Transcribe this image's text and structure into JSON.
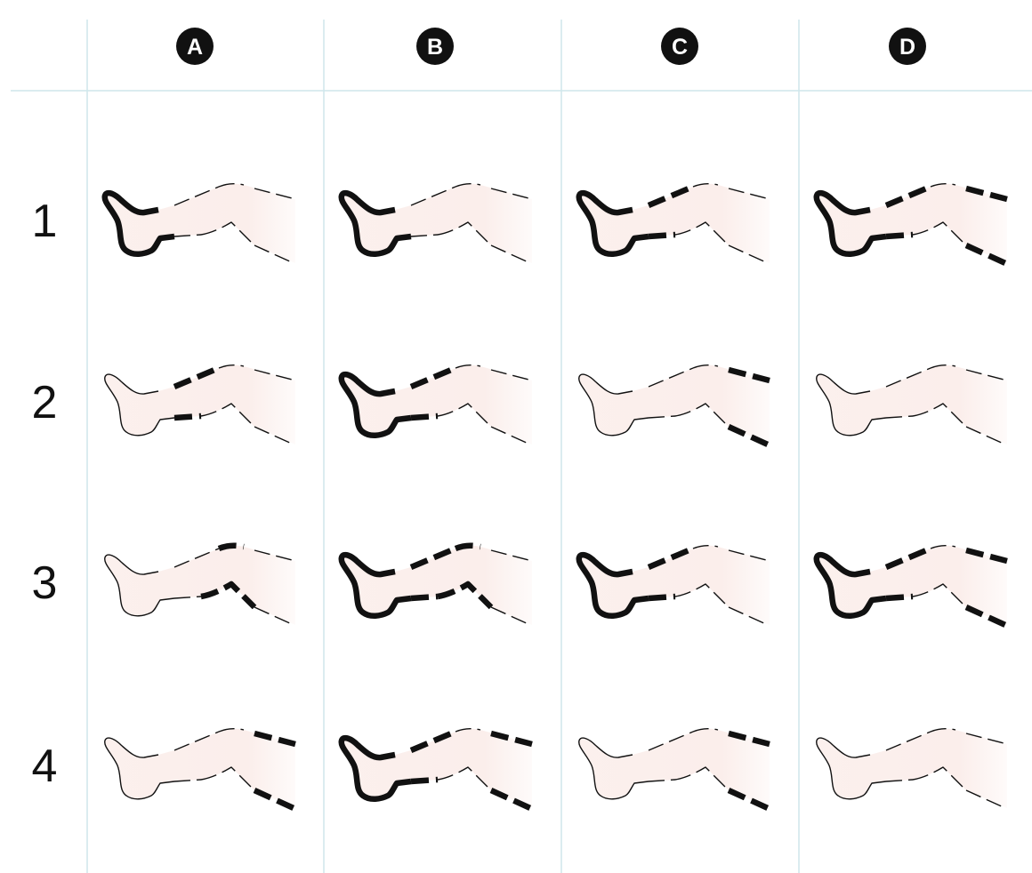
{
  "columns": [
    {
      "label": "A"
    },
    {
      "label": "B"
    },
    {
      "label": "C"
    },
    {
      "label": "D"
    }
  ],
  "rows": [
    {
      "label": "1",
      "cells": [
        {
          "col": "A",
          "active": [
            "foot"
          ]
        },
        {
          "col": "B",
          "active": [
            "foot"
          ]
        },
        {
          "col": "C",
          "active": [
            "foot",
            "calf"
          ]
        },
        {
          "col": "D",
          "active": [
            "foot",
            "calf",
            "thigh"
          ]
        }
      ]
    },
    {
      "label": "2",
      "cells": [
        {
          "col": "A",
          "active": [
            "calf"
          ]
        },
        {
          "col": "B",
          "active": [
            "foot",
            "calf"
          ]
        },
        {
          "col": "C",
          "active": [
            "thigh"
          ]
        },
        {
          "col": "D",
          "active": []
        }
      ]
    },
    {
      "label": "3",
      "cells": [
        {
          "col": "A",
          "active": [
            "knee"
          ]
        },
        {
          "col": "B",
          "active": [
            "foot",
            "calf",
            "knee"
          ]
        },
        {
          "col": "C",
          "active": [
            "foot",
            "calf"
          ]
        },
        {
          "col": "D",
          "active": [
            "foot",
            "calf",
            "thigh"
          ]
        }
      ]
    },
    {
      "label": "4",
      "cells": [
        {
          "col": "A",
          "active": [
            "thigh"
          ]
        },
        {
          "col": "B",
          "active": [
            "foot",
            "calf",
            "thigh"
          ]
        },
        {
          "col": "C",
          "active": [
            "thigh"
          ]
        },
        {
          "col": "D",
          "active": []
        }
      ]
    }
  ],
  "colors": {
    "grid_line": "#cfe6ec",
    "leg_fill": "#fbeeeb",
    "outline": "#111111",
    "badge": "#111111",
    "badge_text": "#ffffff",
    "background": "#ffffff"
  }
}
